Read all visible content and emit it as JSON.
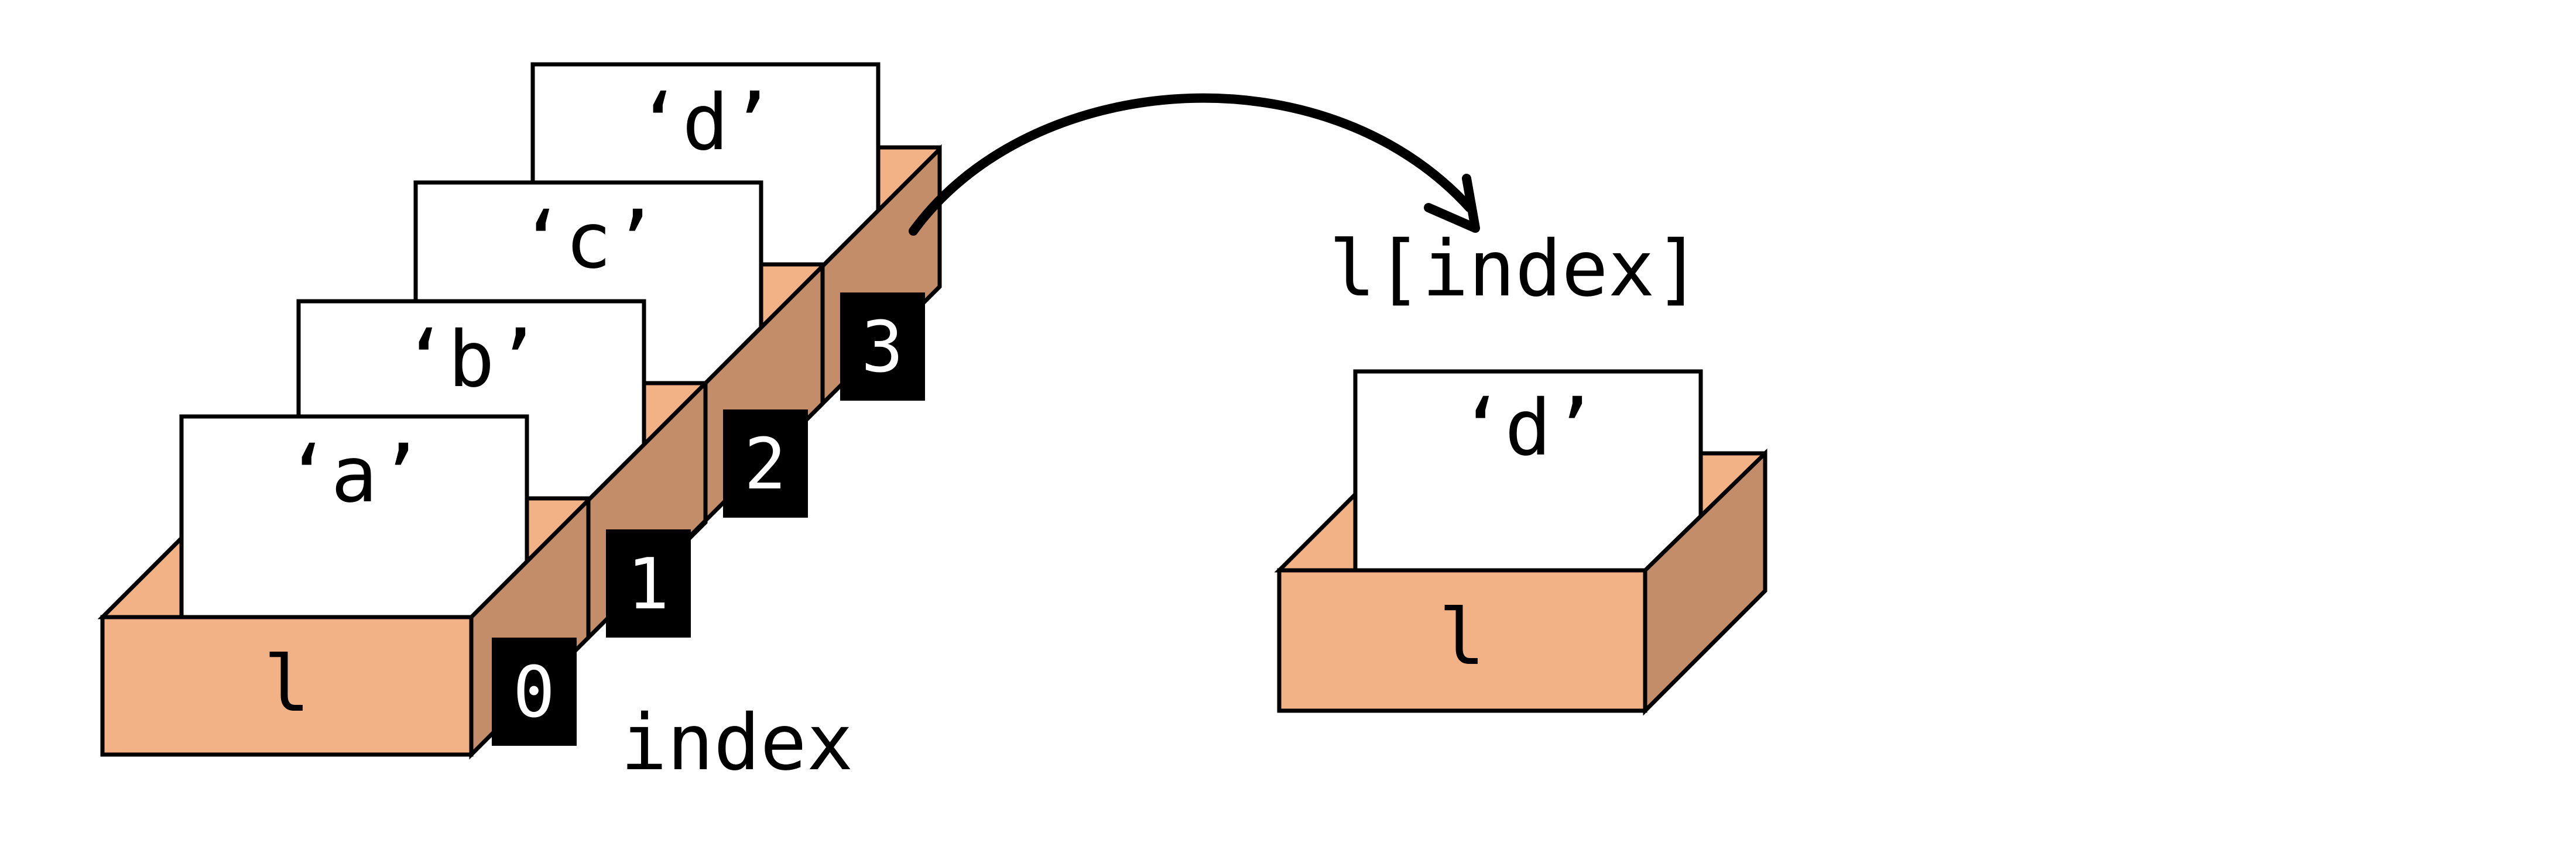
{
  "colors": {
    "box_front": "#f2b286",
    "box_side": "#c48d69",
    "box_inside": "#f2b286",
    "card": "#ffffff",
    "index_badge": "#000000",
    "stroke": "#000000"
  },
  "list_box": {
    "label": "l",
    "items": [
      {
        "value": "‘a’",
        "index": "0"
      },
      {
        "value": "‘b’",
        "index": "1"
      },
      {
        "value": "‘c’",
        "index": "2"
      },
      {
        "value": "‘d’",
        "index": "3"
      }
    ],
    "index_caption": "index"
  },
  "access_expression": "l[index]",
  "result_box": {
    "label": "l",
    "value": "‘d’"
  }
}
